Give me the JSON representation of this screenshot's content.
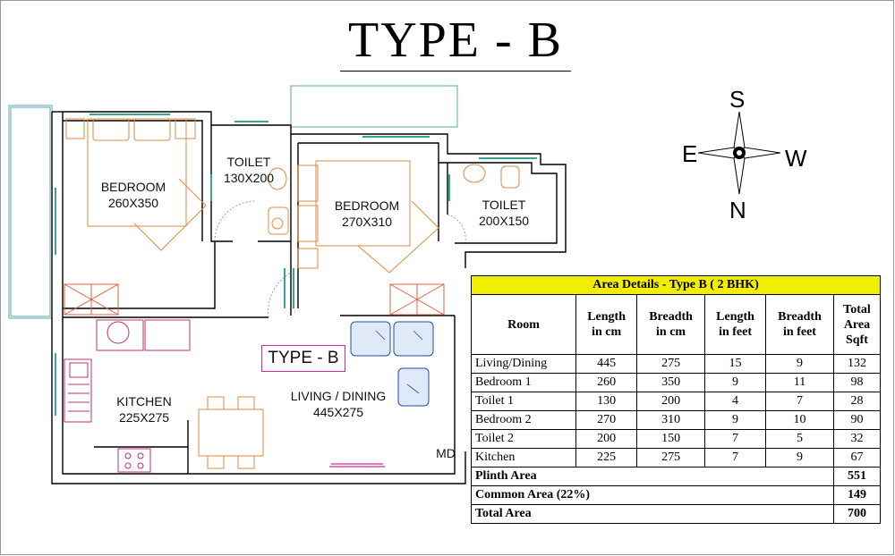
{
  "title": "TYPE - B",
  "plan_tag": "TYPE - B",
  "rooms": {
    "bedroom1": {
      "name": "BEDROOM",
      "size": "260X350"
    },
    "toilet1": {
      "name": "TOILET",
      "size": "130X200"
    },
    "bedroom2": {
      "name": "BEDROOM",
      "size": "270X310"
    },
    "toilet2": {
      "name": "TOILET",
      "size": "200X150"
    },
    "kitchen": {
      "name": "KITCHEN",
      "size": "225X275"
    },
    "living": {
      "name": "LIVING / DINING",
      "size": "445X275"
    },
    "md": "MD"
  },
  "compass": {
    "north": "N",
    "south": "S",
    "east": "E",
    "west": "W"
  },
  "table": {
    "caption": "Area Details - Type B ( 2 BHK)",
    "headers": {
      "room": "Room",
      "length_cm": [
        "Length",
        "in cm"
      ],
      "breadth_cm": [
        "Breadth",
        "in cm"
      ],
      "length_ft": [
        "Length",
        "in feet"
      ],
      "breadth_ft": [
        "Breadth",
        "in feet"
      ],
      "total": [
        "Total",
        "Area",
        "Sqft"
      ]
    },
    "rows": [
      [
        "Living/Dining",
        "445",
        "275",
        "15",
        "9",
        "132"
      ],
      [
        "Bedroom 1",
        "260",
        "350",
        "9",
        "11",
        "98"
      ],
      [
        "Toilet 1",
        "130",
        "200",
        "4",
        "7",
        "28"
      ],
      [
        "Bedroom 2",
        "270",
        "310",
        "9",
        "10",
        "90"
      ],
      [
        "Toilet 2",
        "200",
        "150",
        "7",
        "5",
        "32"
      ],
      [
        "Kitchen",
        "225",
        "275",
        "7",
        "9",
        "67"
      ]
    ],
    "summary": [
      {
        "label": "Plinth Area",
        "value": "551"
      },
      {
        "label": "Common Area (22%)",
        "value": "149"
      },
      {
        "label": "Total Area",
        "value": "700"
      }
    ]
  },
  "colors": {
    "walls": "#000000",
    "windows": "#33aa88",
    "furniture": "#e08a3c",
    "sofa": "#1f4fa0",
    "kitchen_fixtures": "#c0306a",
    "table_caption_bg": "#f2ee00"
  }
}
